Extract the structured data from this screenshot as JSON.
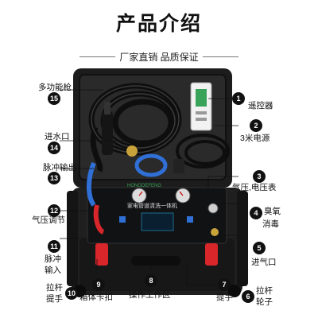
{
  "header": {
    "title": "产品介绍",
    "subtitle": "厂家直销 品质保证"
  },
  "device": {
    "brand_text": "HONGDEFENG",
    "panel_title": "家电管道清洗一体机"
  },
  "callouts": [
    {
      "number": "1",
      "label": "遥控器"
    },
    {
      "number": "2",
      "label": "3米电源"
    },
    {
      "number": "3",
      "label": "气压,电压表"
    },
    {
      "number": "4",
      "label": "臭氧消毒",
      "lines": [
        "臭氧",
        "消毒"
      ]
    },
    {
      "number": "5",
      "label": "进气口"
    },
    {
      "number": "6",
      "label": "拉杆轮子",
      "lines": [
        "拉杆",
        "轮子"
      ]
    },
    {
      "number": "7",
      "label": "提手"
    },
    {
      "number": "8",
      "label": "操作工作区"
    },
    {
      "number": "9",
      "label": "箱体卡扣"
    },
    {
      "number": "10",
      "label": "拉杆提手",
      "lines": [
        "拉杆",
        "提手"
      ]
    },
    {
      "number": "11",
      "label": "脉冲输入",
      "lines": [
        "脉冲",
        "输入"
      ]
    },
    {
      "number": "12",
      "label": "气压调节"
    },
    {
      "number": "13",
      "label": "脉冲输出"
    },
    {
      "number": "14",
      "label": "进水口"
    },
    {
      "number": "15",
      "label": "多功能枪"
    }
  ],
  "colors": {
    "case": "#1f1f1f",
    "panel": "#101214",
    "hose_blue": "#2f6fd6",
    "hose_red": "#d8262b",
    "badge": "#111111"
  }
}
